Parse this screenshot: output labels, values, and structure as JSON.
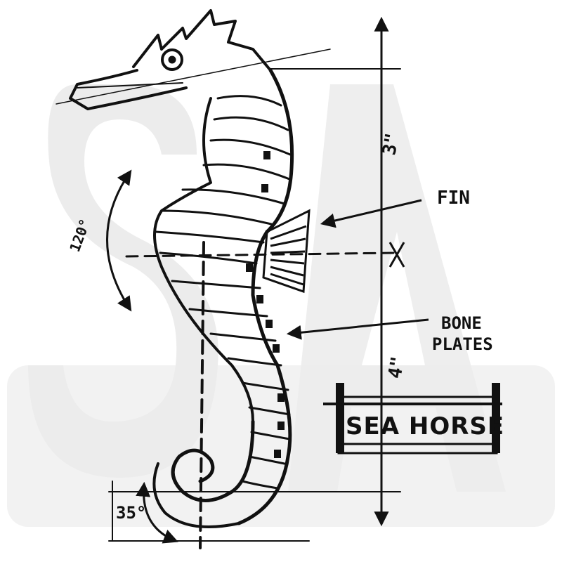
{
  "annotations": {
    "fin": "FIN",
    "bone_plates_line1": "BONE",
    "bone_plates_line2": "PLATES",
    "title_label": "SEA HORSE",
    "height_top": "3\"",
    "height_bottom": "4\"",
    "angle_body": "120°",
    "angle_tail": "35°"
  },
  "colors": {
    "ink": "#111111",
    "background_stencil": "#ececec",
    "paper": "#ffffff"
  },
  "icons": [
    "seahorse-illustration",
    "dimension-arrow",
    "angle-arc-arrow"
  ]
}
